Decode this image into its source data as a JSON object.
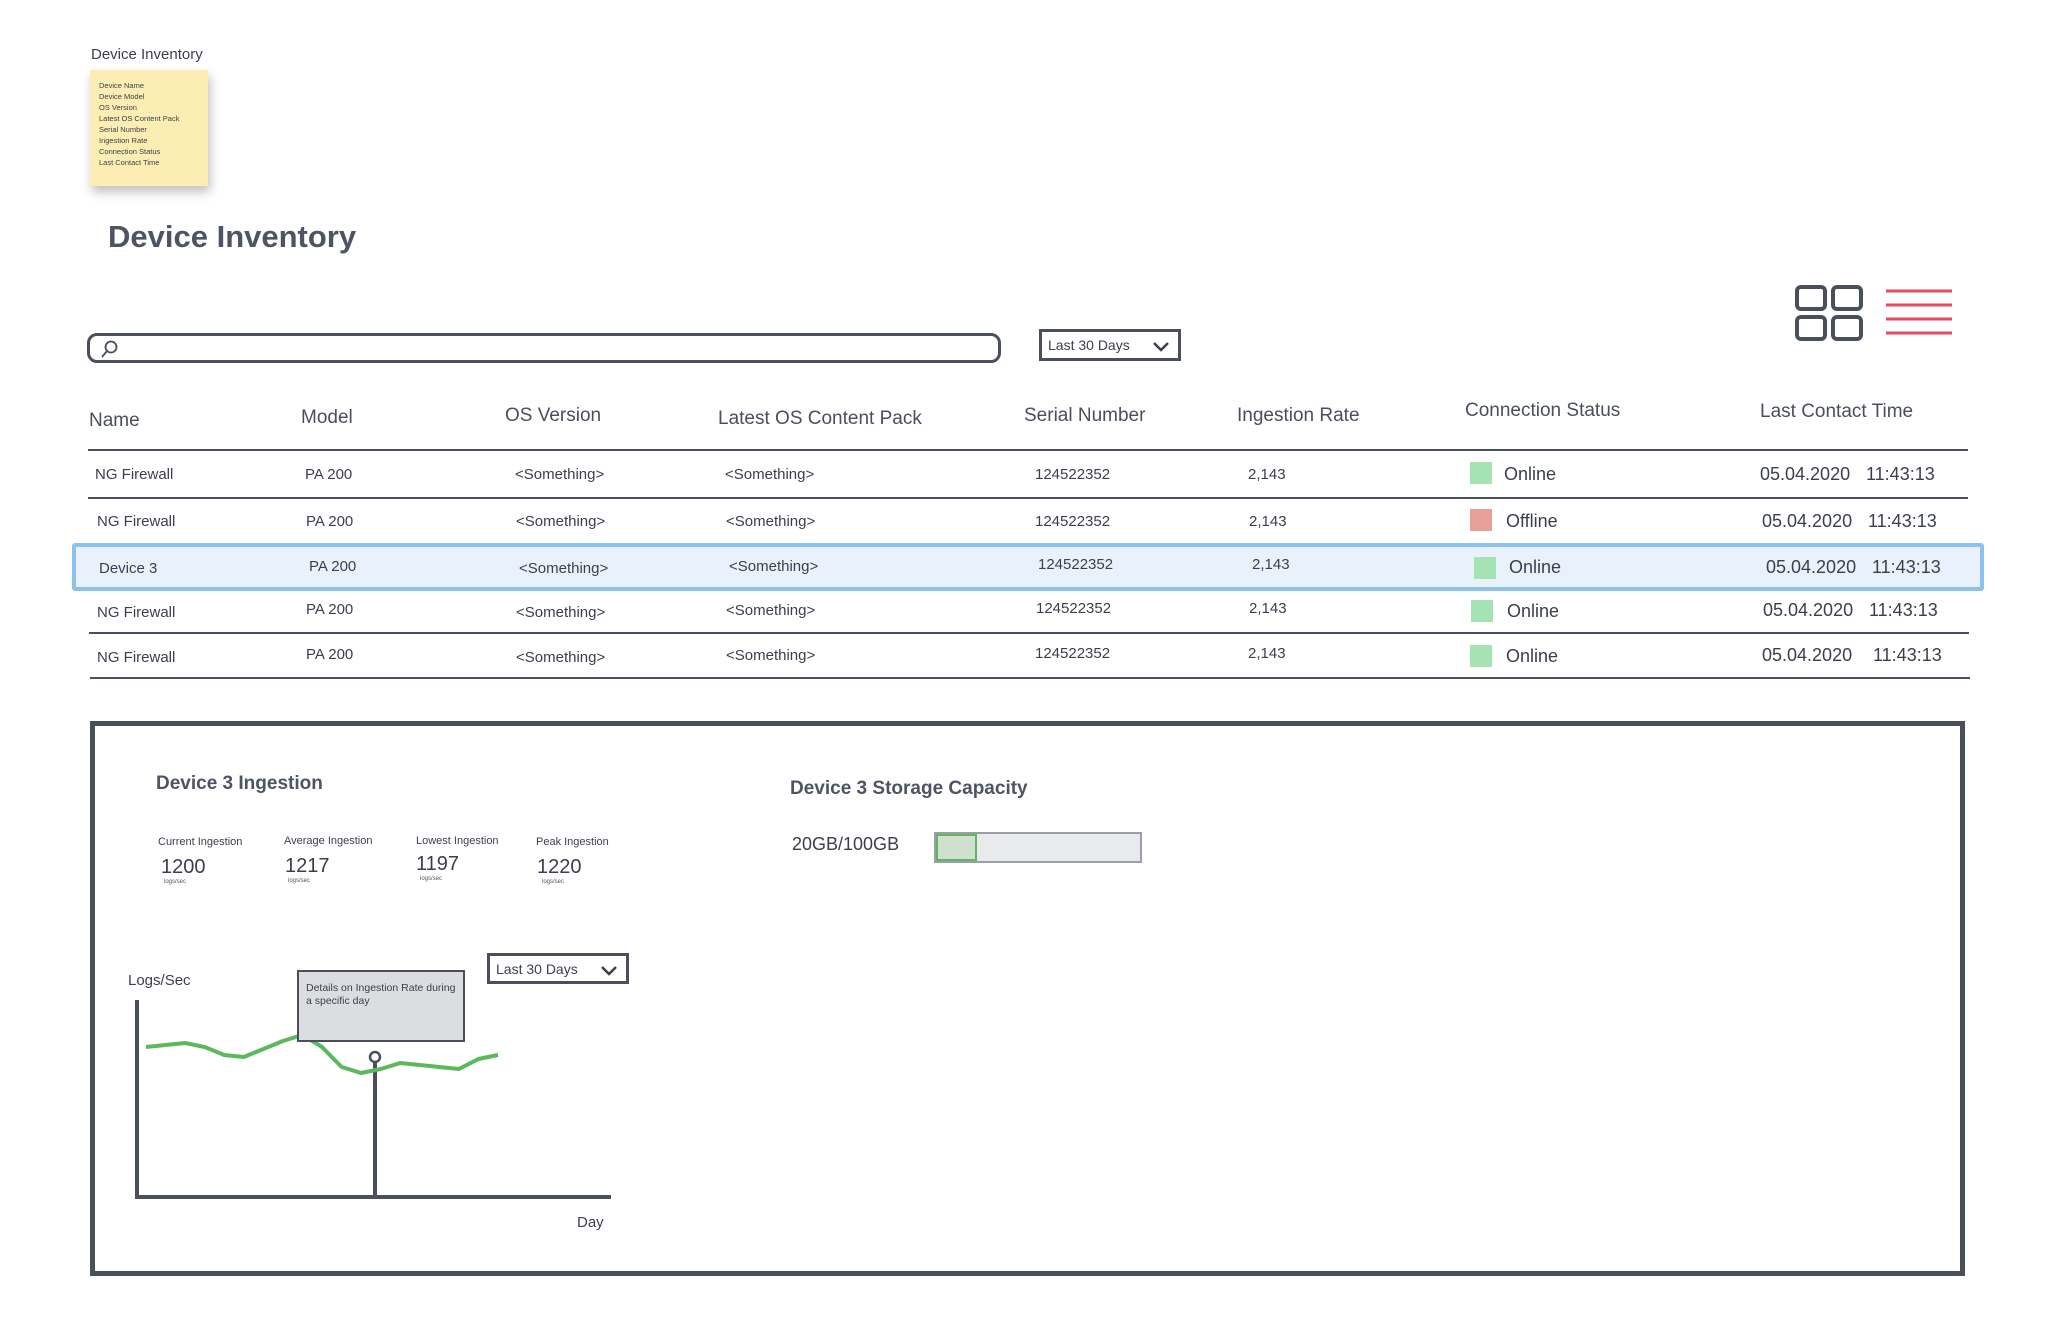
{
  "note": {
    "title": "Device Inventory",
    "items": [
      "Device Name",
      "Device Model",
      "OS Version",
      "Latest OS Content Pack",
      "Serial Number",
      "Ingestion Rate",
      "Connection Status",
      "Last Contact Time"
    ]
  },
  "page": {
    "title": "Device Inventory"
  },
  "search": {
    "value": "",
    "placeholder": ""
  },
  "filter": {
    "range": "Last 30 Days"
  },
  "table": {
    "headers": [
      "Name",
      "Model",
      "OS Version",
      "Latest OS Content Pack",
      "Serial Number",
      "Ingestion Rate",
      "Connection Status",
      "Last Contact Time"
    ],
    "rows": [
      {
        "name": "NG Firewall",
        "model": "PA 200",
        "os": "<Something>",
        "pack": "<Something>",
        "serial": "124522352",
        "rate": "2,143",
        "status": "Online",
        "date": "05.04.2020",
        "time": "11:43:13"
      },
      {
        "name": "NG Firewall",
        "model": "PA 200",
        "os": "<Something>",
        "pack": "<Something>",
        "serial": "124522352",
        "rate": "2,143",
        "status": "Offline",
        "date": "05.04.2020",
        "time": "11:43:13"
      },
      {
        "name": "Device 3",
        "model": "PA 200",
        "os": "<Something>",
        "pack": "<Something>",
        "serial": "124522352",
        "rate": "2,143",
        "status": "Online",
        "date": "05.04.2020",
        "time": "11:43:13"
      },
      {
        "name": "NG Firewall",
        "model": "PA 200",
        "os": "<Something>",
        "pack": "<Something>",
        "serial": "124522352",
        "rate": "2,143",
        "status": "Online",
        "date": "05.04.2020",
        "time": "11:43:13"
      },
      {
        "name": "NG Firewall",
        "model": "PA 200",
        "os": "<Something>",
        "pack": "<Something>",
        "serial": "124522352",
        "rate": "2,143",
        "status": "Online",
        "date": "05.04.2020",
        "time": "11:43:13"
      }
    ],
    "selected_row": 2
  },
  "colors": {
    "online": "#a6e3b4",
    "offline": "#e8a09a",
    "selected_border": "#8ec2ee",
    "chart_line": "#5cb85c",
    "list_icon": "#e84a62"
  },
  "detail": {
    "ingestion_title": "Device 3 Ingestion",
    "stats": [
      {
        "label": "Current Ingestion",
        "value": "1200",
        "unit": "logs/sec"
      },
      {
        "label": "Average Ingestion",
        "value": "1217",
        "unit": "logs/sec"
      },
      {
        "label": "Lowest Ingestion",
        "value": "1197",
        "unit": "logs/sec"
      },
      {
        "label": "Peak Ingestion",
        "value": "1220",
        "unit": "logs/sec"
      }
    ],
    "chart_range": "Last 30 Days",
    "tooltip": "Details on Ingestion Rate during a specific day",
    "storage_title": "Device 3 Storage Capacity",
    "storage_text": "20GB/100GB",
    "storage_used_fraction": 0.2
  },
  "chart_data": {
    "type": "line",
    "xlabel": "Day",
    "ylabel": "Logs/Sec",
    "series": [
      {
        "values": [
          1214,
          1215,
          1216,
          1214,
          1210,
          1209,
          1213,
          1217,
          1220,
          1214,
          1204,
          1201,
          1203,
          1206,
          1205,
          1204,
          1203,
          1208,
          1210
        ]
      }
    ]
  },
  "icons": {
    "grid": "grid-view-icon",
    "list": "list-view-icon",
    "search": "search-icon",
    "chevron": "chevron-down-icon"
  }
}
